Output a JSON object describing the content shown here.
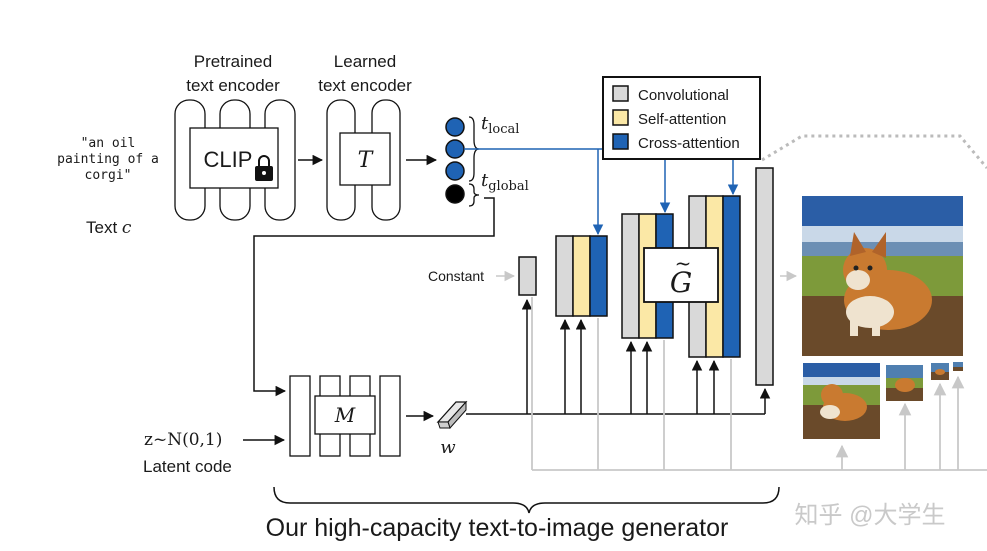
{
  "encoders": {
    "pretrained_label_1": "Pretrained",
    "pretrained_label_2": "text encoder",
    "clip_label": "CLIP",
    "learned_label_1": "Learned",
    "learned_label_2": "text encoder",
    "learned_symbol": "T"
  },
  "prompt": {
    "line1": "\"an oil",
    "line2": "painting of a",
    "line3": "corgi\"",
    "caption_text": "Text ",
    "caption_var": "c"
  },
  "tokens": {
    "local_var": "t",
    "local_sub": "local",
    "global_var": "t",
    "global_sub": "global"
  },
  "legend": {
    "items": [
      {
        "label": "Convolutional",
        "color": "#d9d9d9"
      },
      {
        "label": "Self-attention",
        "color": "#fbe8a6"
      },
      {
        "label": "Cross-attention",
        "color": "#1f63b4"
      }
    ]
  },
  "generator": {
    "constant_label": "Constant",
    "g_symbol": "G",
    "g_tilde": "~",
    "mapping_symbol": "M",
    "w_label": "w",
    "latent_formula": "z~N(0,1)",
    "latent_label": "Latent code",
    "title": "Our high-capacity text-to-image generator"
  },
  "watermark": "知乎 @大学生",
  "colors": {
    "blue": "#1f63b4",
    "gray_block": "#d9d9d9",
    "yellow_block": "#fbe8a6",
    "light_arrow": "#c8c8c8"
  }
}
